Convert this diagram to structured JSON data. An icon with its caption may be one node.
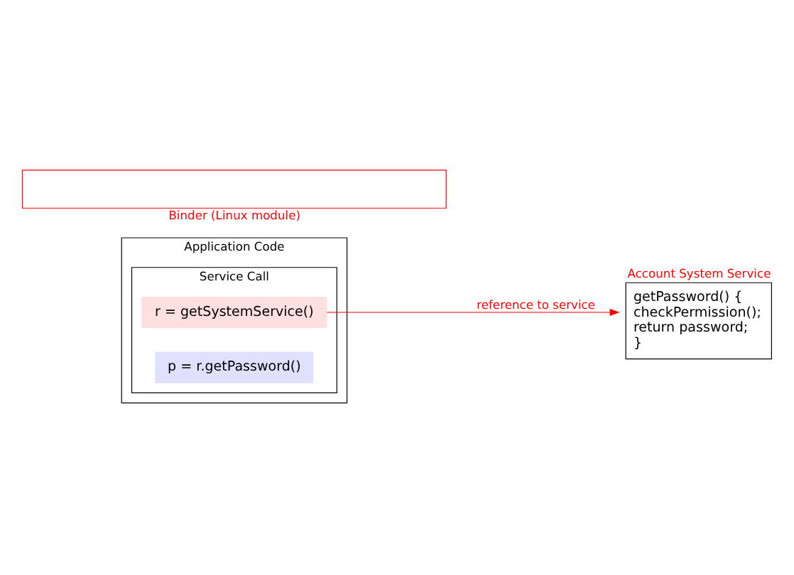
{
  "diagram": {
    "nodes": [
      {
        "text": [
          "Application Code"
        ]
      },
      {
        "text": [
          "Service Call"
        ],
        "in": 0
      },
      {
        "text": [
          "r = getSystemService()"
        ],
        "in": 1
      },
      {
        "text": [
          "p = r.getPassword()"
        ],
        "in": 1
      },
      {
        "text": [
          "Account System Service",
          "getPassword() {",
          "checkPermission();",
          "return password;",
          "}"
        ]
      },
      {
        "text": [
          "Binder (Linux module)"
        ]
      }
    ],
    "edges": [
      {
        "from": 2,
        "to": 4,
        "arrow": "to",
        "label": "reference to service",
        "color": "#ff0000"
      }
    ]
  }
}
